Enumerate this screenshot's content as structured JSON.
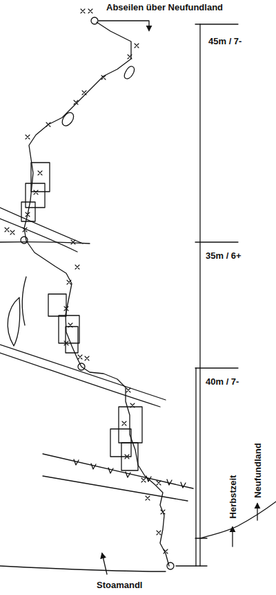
{
  "diagram": {
    "labels": [
      "Abseilen über Neufundland",
      "45m / 7-",
      "35m / 6+",
      "40m / 7-",
      "Neufundland",
      "Herbstzeit",
      "Stoamandl"
    ]
  }
}
